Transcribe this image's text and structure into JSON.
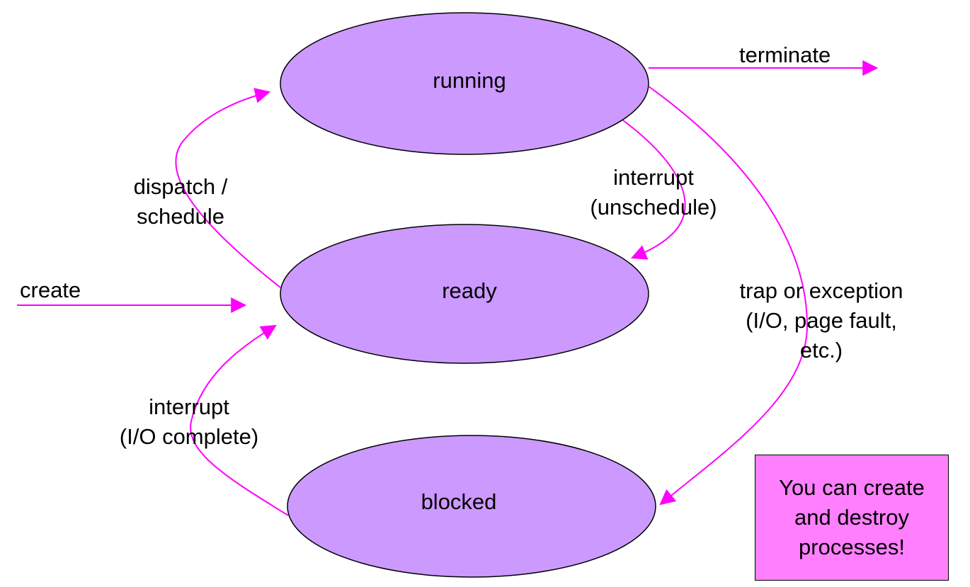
{
  "states": {
    "running": "running",
    "ready": "ready",
    "blocked": "blocked"
  },
  "transitions": {
    "terminate": "terminate",
    "create": "create",
    "dispatch": [
      "dispatch /",
      "schedule"
    ],
    "unschedule": [
      "interrupt",
      "(unschedule)"
    ],
    "trap": [
      "trap or exception",
      "(I/O, page fault,",
      "etc.)"
    ],
    "io_complete": [
      "interrupt",
      "(I/O complete)"
    ]
  },
  "note": [
    "You can create",
    "and destroy",
    "processes!"
  ],
  "colors": {
    "state_fill": "#cc99ff",
    "arrow": "#ff00ff",
    "note_fill": "#ff7fff"
  }
}
